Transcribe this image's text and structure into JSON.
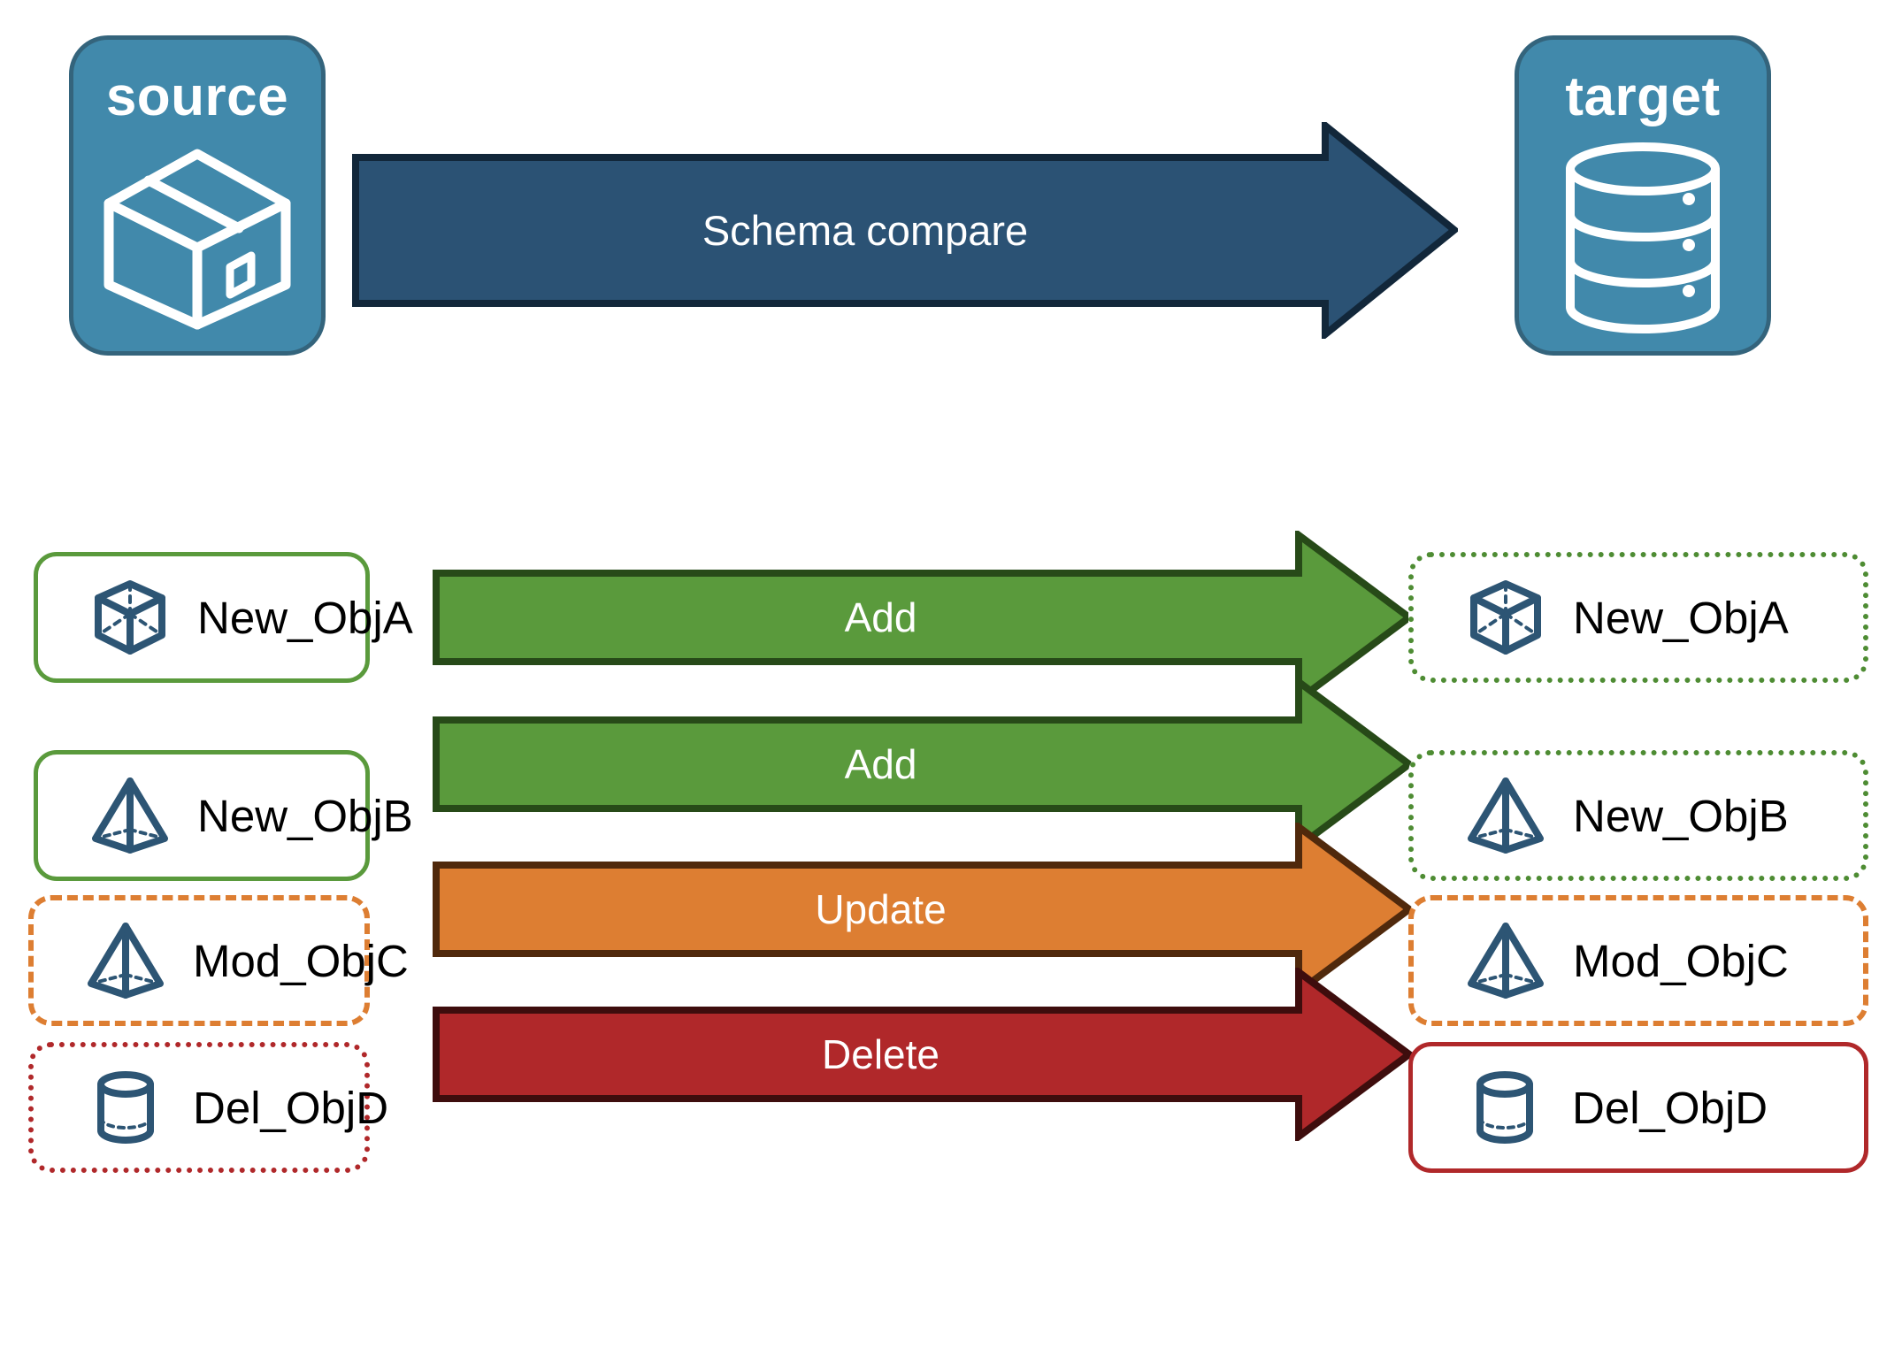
{
  "diagram": {
    "title": "Schema compare flow",
    "background": "#ffffff",
    "endpoints": {
      "source": {
        "label": "source",
        "icon": "box-3d-icon",
        "fill": "#4189AB",
        "stroke": "#34647C"
      },
      "target": {
        "label": "target",
        "icon": "database-cylinder-icon",
        "fill": "#4189AB",
        "stroke": "#34647C"
      }
    },
    "main_arrow": {
      "label": "Schema compare",
      "fill": "#2B5274",
      "stroke": "#12273A",
      "text_color": "#ffffff",
      "direction": "right"
    },
    "colors": {
      "add": "#5A9A3C",
      "add_stroke": "#274A18",
      "update": "#DD7E32",
      "update_stroke": "#50290C",
      "delete": "#B0282A",
      "delete_stroke": "#3E0D0D",
      "object_icon": "#2D5574",
      "text": "#000000"
    },
    "rows": [
      {
        "action": "Add",
        "arrow_fill": "#5A9A3C",
        "arrow_stroke": "#274A18",
        "source": {
          "label": "New_ObjA",
          "icon": "cube-icon",
          "border_style": "solid",
          "border_color": "#5A9A3C"
        },
        "target": {
          "label": "New_ObjA",
          "icon": "cube-icon",
          "border_style": "dotted",
          "border_color": "#4E8C33"
        }
      },
      {
        "action": "Add",
        "arrow_fill": "#5A9A3C",
        "arrow_stroke": "#274A18",
        "source": {
          "label": "New_ObjB",
          "icon": "pyramid-icon",
          "border_style": "solid",
          "border_color": "#5A9A3C"
        },
        "target": {
          "label": "New_ObjB",
          "icon": "pyramid-icon",
          "border_style": "dotted",
          "border_color": "#4E8C33"
        }
      },
      {
        "action": "Update",
        "arrow_fill": "#DD7E32",
        "arrow_stroke": "#50290C",
        "source": {
          "label": "Mod_ObjC",
          "icon": "pyramid-icon",
          "border_style": "dashed",
          "border_color": "#DD7E32"
        },
        "target": {
          "label": "Mod_ObjC",
          "icon": "pyramid-icon",
          "border_style": "dashed",
          "border_color": "#DD7E32"
        }
      },
      {
        "action": "Delete",
        "arrow_fill": "#B0282A",
        "arrow_stroke": "#3E0D0D",
        "source": {
          "label": "Del_ObjD",
          "icon": "cylinder-icon",
          "border_style": "dotted",
          "border_color": "#B0282A"
        },
        "target": {
          "label": "Del_ObjD",
          "icon": "cylinder-icon",
          "border_style": "solid",
          "border_color": "#B0282A"
        }
      }
    ]
  }
}
